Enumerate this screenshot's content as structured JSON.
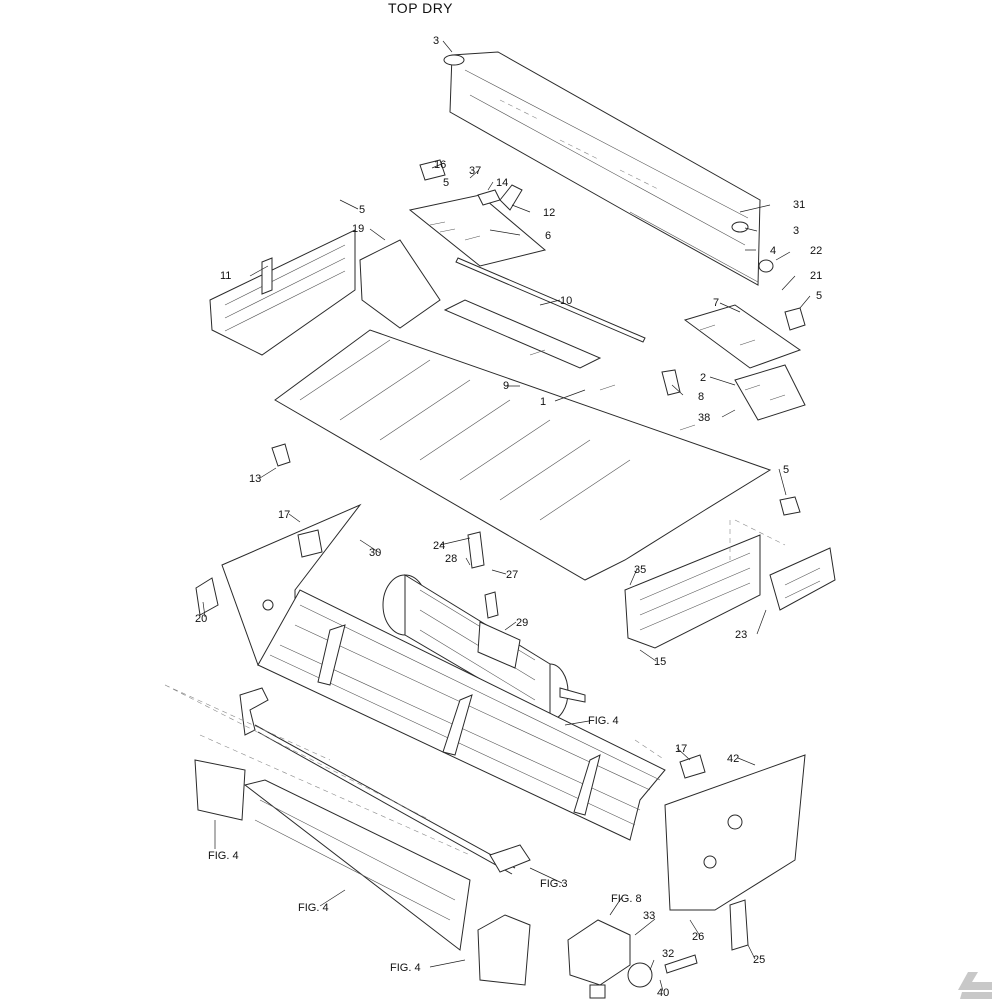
{
  "title": "TOP DRY",
  "callouts": {
    "c1": "1",
    "c2": "2",
    "c3a": "3",
    "c3b": "3",
    "c4": "4",
    "c5a": "5",
    "c5b": "5",
    "c5c": "5",
    "c5d": "5",
    "c6": "6",
    "c7": "7",
    "c8": "8",
    "c9": "9",
    "c10": "10",
    "c11": "11",
    "c12": "12",
    "c13": "13",
    "c14": "14",
    "c15": "15",
    "c16": "16",
    "c17a": "17",
    "c17b": "17",
    "c19": "19",
    "c20": "20",
    "c21": "21",
    "c22": "22",
    "c23": "23",
    "c24": "24",
    "c25": "25",
    "c26": "26",
    "c27": "27",
    "c28": "28",
    "c29": "29",
    "c30": "30",
    "c31": "31",
    "c32": "32",
    "c33": "33",
    "c35": "35",
    "c37": "37",
    "c38": "38",
    "c40": "40",
    "c42": "42"
  },
  "figure_refs": {
    "fig4_right": "FIG. 4",
    "fig4_left": "FIG. 4",
    "fig4_mid": "FIG. 4",
    "fig4_bottom": "FIG. 4",
    "fig3": "FIG.3",
    "fig8": "FIG. 8"
  },
  "logo": {
    "name": "corner-logo-icon",
    "color": "#c8c8c8"
  }
}
